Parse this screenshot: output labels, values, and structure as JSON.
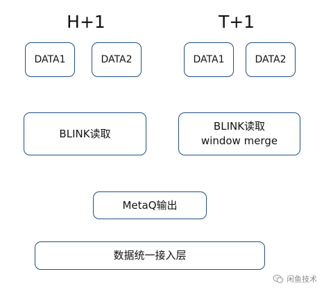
{
  "columns": {
    "left": {
      "title": "H+1",
      "data_boxes": [
        "DATA1",
        "DATA2"
      ],
      "blink_label": "BLINK读取"
    },
    "right": {
      "title": "T+1",
      "data_boxes": [
        "DATA1",
        "DATA2"
      ],
      "blink_label": "BLINK读取",
      "blink_sublabel": "window merge"
    }
  },
  "metaq_label": "MetaQ输出",
  "unified_layer_label": "数据统一接入层",
  "watermark": {
    "icon": "wechat-icon",
    "text": "闲鱼技术"
  },
  "colors": {
    "box_border": "#1c4f86",
    "text": "#111111",
    "watermark": "#8a8a8a"
  }
}
